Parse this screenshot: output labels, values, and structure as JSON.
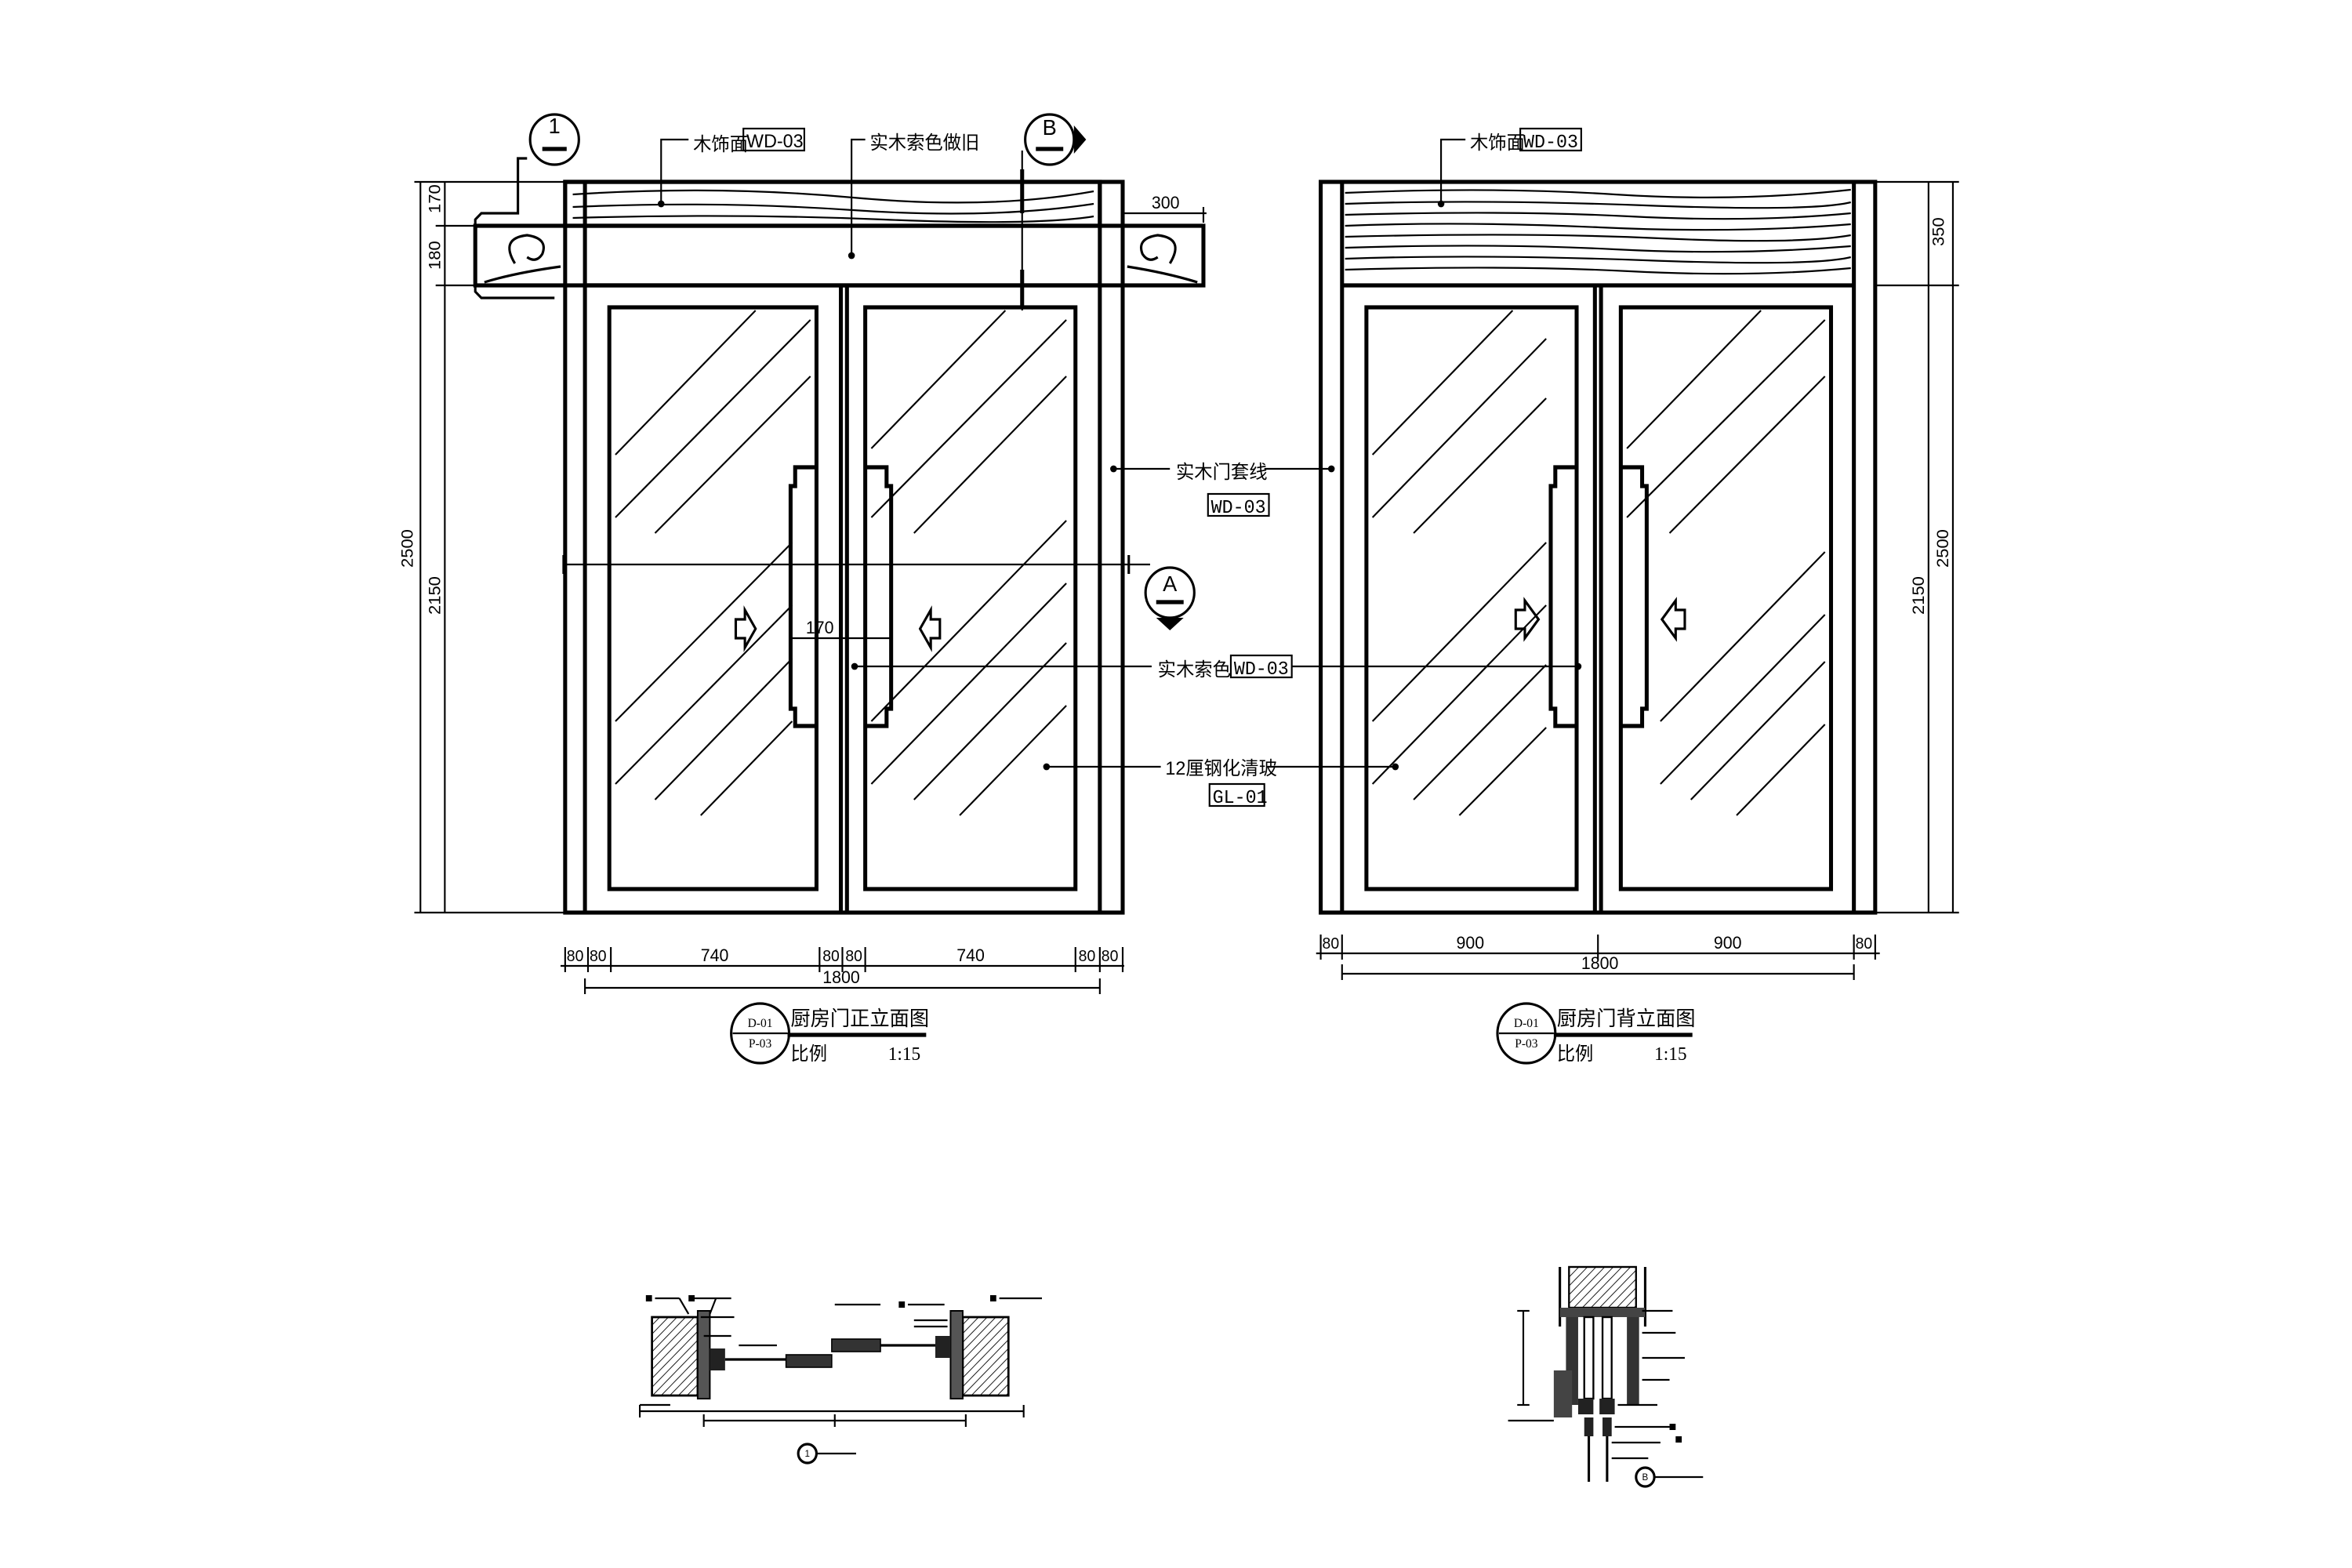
{
  "front_elevation": {
    "labels": {
      "wood_face": "木饰面",
      "wood_face_code": "WD-03",
      "aged_stain": "实木索色做旧",
      "casing": "实木门套线",
      "casing_code": "WD-03",
      "stain": "实木索色",
      "stain_code": "WD-03",
      "glass": "12厘钢化清玻",
      "glass_code": "GL-01"
    },
    "markers": {
      "section_1": "1",
      "section_b": "B",
      "section_a": "A"
    },
    "dims": {
      "d170": "170",
      "d180": "180",
      "d300": "300",
      "d2500": "2500",
      "d2150": "2150",
      "handle_170": "170",
      "b80a": "80",
      "b80b": "80",
      "b740a": "740",
      "b80c": "80",
      "b80d": "80",
      "b740b": "740",
      "b80e": "80",
      "b80f": "80",
      "b1800": "1800"
    },
    "title": {
      "sheet_top": "D-01",
      "sheet_bottom": "P-03",
      "name": "厨房门正立面图",
      "scale_label": "比例",
      "scale_value": "1:15"
    }
  },
  "back_elevation": {
    "labels": {
      "wood_face": "木饰面",
      "wood_face_code": "WD-03"
    },
    "dims": {
      "d350": "350",
      "d2500": "2500",
      "d2150": "2150",
      "b80a": "80",
      "b900a": "900",
      "b900b": "900",
      "b80b": "80",
      "b1800": "1800"
    },
    "title": {
      "sheet_top": "D-01",
      "sheet_bottom": "P-03",
      "name": "厨房门背立面图",
      "scale_label": "比例",
      "scale_value": "1:15"
    }
  },
  "details": {
    "plan_section_marker": "1",
    "vertical_section_marker": "B"
  }
}
